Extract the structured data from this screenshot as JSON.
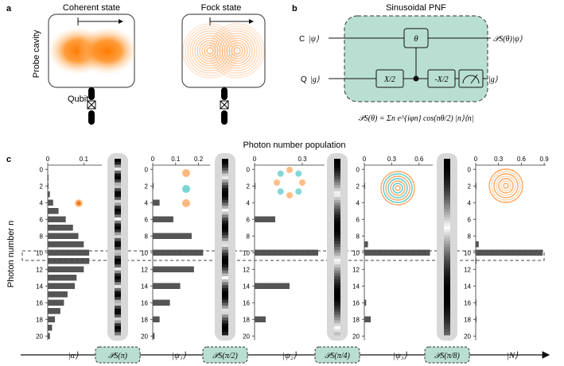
{
  "panel_a": {
    "label": "a",
    "coherent_title": "Coherent state",
    "fock_title": "Fock state",
    "probe_label": "Probe cavity",
    "qubit_label": "Qubit"
  },
  "panel_b": {
    "label": "b",
    "title": "Sinusoidal PNF",
    "c_label": "C",
    "c_in": "|ψ⟩",
    "c_out": "𝒫S(θ)|ψ⟩",
    "q_label": "Q",
    "q_in": "|g⟩",
    "q_out": "|g⟩",
    "gate_theta": "θ",
    "gate_x1": "X/2",
    "gate_x2": "-X/2",
    "formula": "𝒫S(θ) = Σn e^{iφn} cos(nθ/2) |n⟩⟨n|"
  },
  "panel_c": {
    "label": "c",
    "top_axis_label": "Photon number population",
    "y_label": "Photon number n",
    "states": [
      "|α⟩",
      "|ψ₁⟩",
      "|ψ₂⟩",
      "|ψ₃⟩",
      "|N⟩"
    ],
    "operators": [
      "𝒫S(π)",
      "𝒫S(π/2)",
      "𝒫S(π/4)",
      "𝒫S(π/8)"
    ]
  },
  "chart_data": [
    {
      "type": "bar",
      "orientation": "horizontal",
      "name": "|α⟩",
      "xlim": [
        0,
        0.15
      ],
      "ticks": [
        "0",
        "0.1"
      ],
      "categories": [
        0,
        1,
        2,
        3,
        4,
        5,
        6,
        7,
        8,
        9,
        10,
        11,
        12,
        13,
        14,
        15,
        16,
        17,
        18,
        19,
        20
      ],
      "y_ticks": [
        "0",
        "2",
        "4",
        "6",
        "8",
        "10",
        "12",
        "14",
        "16",
        "18",
        "20"
      ],
      "values": [
        0,
        0.001,
        0.002,
        0.006,
        0.015,
        0.03,
        0.05,
        0.07,
        0.085,
        0.1,
        0.115,
        0.115,
        0.1,
        0.08,
        0.075,
        0.055,
        0.045,
        0.035,
        0.02,
        0.012,
        0.006
      ]
    },
    {
      "type": "bar",
      "orientation": "horizontal",
      "name": "|ψ₁⟩",
      "xlim": [
        0,
        0.25
      ],
      "ticks": [
        "0",
        "0.1",
        "0.2"
      ],
      "categories": [
        0,
        1,
        2,
        3,
        4,
        5,
        6,
        7,
        8,
        9,
        10,
        11,
        12,
        13,
        14,
        15,
        16,
        17,
        18,
        19,
        20
      ],
      "y_ticks": [
        "0",
        "2",
        "4",
        "6",
        "8",
        "10",
        "12",
        "14",
        "16",
        "18",
        "20"
      ],
      "values": [
        0,
        0,
        0.004,
        0,
        0.03,
        0,
        0.09,
        0,
        0.17,
        0,
        0.22,
        0,
        0.18,
        0,
        0.12,
        0,
        0.075,
        0,
        0.03,
        0,
        0.008
      ]
    },
    {
      "type": "bar",
      "orientation": "horizontal",
      "name": "|ψ₂⟩",
      "xlim": [
        0,
        0.44
      ],
      "ticks": [
        "0",
        "0.3"
      ],
      "categories": [
        0,
        1,
        2,
        3,
        4,
        5,
        6,
        7,
        8,
        9,
        10,
        11,
        12,
        13,
        14,
        15,
        16,
        17,
        18,
        19,
        20
      ],
      "y_ticks": [
        "0",
        "2",
        "4",
        "6",
        "8",
        "10",
        "12",
        "14",
        "16",
        "18",
        "20"
      ],
      "values": [
        0,
        0,
        0.006,
        0,
        0,
        0,
        0.13,
        0,
        0,
        0,
        0.4,
        0,
        0,
        0,
        0.22,
        0,
        0,
        0,
        0.07,
        0,
        0
      ]
    },
    {
      "type": "bar",
      "orientation": "horizontal",
      "name": "|ψ₃⟩",
      "xlim": [
        0,
        0.75
      ],
      "ticks": [
        "0",
        "0.3",
        "0.6"
      ],
      "categories": [
        0,
        1,
        2,
        3,
        4,
        5,
        6,
        7,
        8,
        9,
        10,
        11,
        12,
        13,
        14,
        15,
        16,
        17,
        18,
        19,
        20
      ],
      "y_ticks": [
        "0",
        "2",
        "4",
        "6",
        "8",
        "10",
        "12",
        "14",
        "16",
        "18",
        "20"
      ],
      "values": [
        0,
        0,
        0.005,
        0,
        0,
        0,
        0,
        0,
        0,
        0.04,
        0.72,
        0,
        0,
        0,
        0,
        0,
        0.02,
        0,
        0.07,
        0,
        0
      ]
    },
    {
      "type": "bar",
      "orientation": "horizontal",
      "name": "|N⟩",
      "xlim": [
        0,
        0.92
      ],
      "ticks": [
        "0",
        "0.3",
        "0.6",
        "0.9"
      ],
      "categories": [
        0,
        1,
        2,
        3,
        4,
        5,
        6,
        7,
        8,
        9,
        10,
        11,
        12,
        13,
        14,
        15,
        16,
        17,
        18,
        19,
        20
      ],
      "y_ticks": [
        "0",
        "2",
        "4",
        "6",
        "8",
        "10",
        "12",
        "14",
        "16",
        "18",
        "20"
      ],
      "values": [
        0,
        0,
        0.004,
        0,
        0,
        0,
        0,
        0,
        0,
        0.04,
        0.88,
        0.01,
        0,
        0,
        0,
        0,
        0.008,
        0,
        0.012,
        0,
        0
      ]
    }
  ]
}
